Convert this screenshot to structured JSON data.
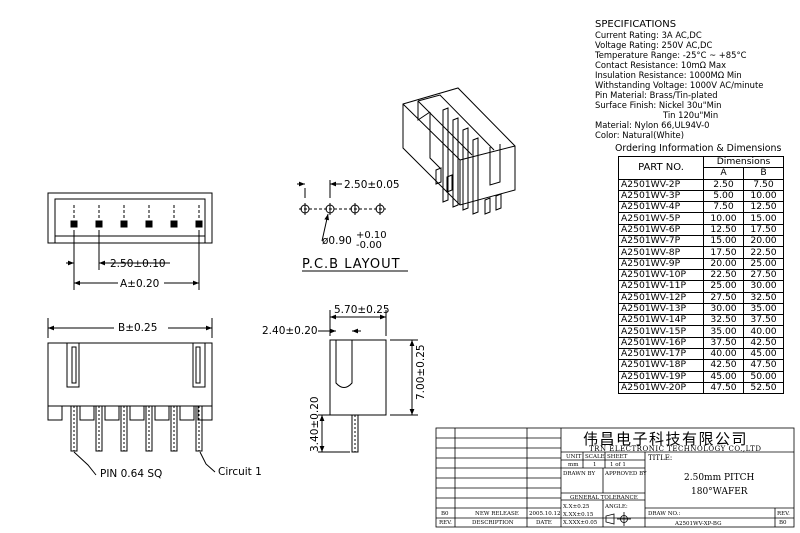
{
  "specifications": {
    "heading": "SPECIFICATIONS",
    "lines": [
      "Current Rating: 3A AC,DC",
      "Voltage Rating: 250V AC,DC",
      "Temperature Range: -25°C ~ +85°C",
      "Contact Resistance: 10mΩ Max",
      "Insulation Resistance: 1000MΩ Min",
      "Withstanding Voltage: 1000V AC/minute",
      "Pin Material: Brass/Tin-plated",
      "Surface Finish: Nickel 30u\"Min",
      "Tin 120u\"Min",
      "Material: Nylon 66,UL94V-0",
      "Color: Natural(White)"
    ]
  },
  "ordering": {
    "title": "Ordering Information & Dimensions",
    "col_part": "PART NO.",
    "col_dims": "Dimensions",
    "col_a": "A",
    "col_b": "B",
    "rows": [
      [
        "A2501WV-2P",
        "2.50",
        "7.50"
      ],
      [
        "A2501WV-3P",
        "5.00",
        "10.00"
      ],
      [
        "A2501WV-4P",
        "7.50",
        "12.50"
      ],
      [
        "A2501WV-5P",
        "10.00",
        "15.00"
      ],
      [
        "A2501WV-6P",
        "12.50",
        "17.50"
      ],
      [
        "A2501WV-7P",
        "15.00",
        "20.00"
      ],
      [
        "A2501WV-8P",
        "17.50",
        "22.50"
      ],
      [
        "A2501WV-9P",
        "20.00",
        "25.00"
      ],
      [
        "A2501WV-10P",
        "22.50",
        "27.50"
      ],
      [
        "A2501WV-11P",
        "25.00",
        "30.00"
      ],
      [
        "A2501WV-12P",
        "27.50",
        "32.50"
      ],
      [
        "A2501WV-13P",
        "30.00",
        "35.00"
      ],
      [
        "A2501WV-14P",
        "32.50",
        "37.50"
      ],
      [
        "A2501WV-15P",
        "35.00",
        "40.00"
      ],
      [
        "A2501WV-16P",
        "37.50",
        "42.50"
      ],
      [
        "A2501WV-17P",
        "40.00",
        "45.00"
      ],
      [
        "A2501WV-18P",
        "42.50",
        "47.50"
      ],
      [
        "A2501WV-19P",
        "45.00",
        "50.00"
      ],
      [
        "A2501WV-20P",
        "47.50",
        "52.50"
      ]
    ]
  },
  "drawing": {
    "pitch_top": "2.50±0.10",
    "dim_a": "A±0.20",
    "pcb_pitch": "2.50±0.05",
    "pcb_hole": "ø0.90",
    "pcb_hole_tol_plus": "+0.10",
    "pcb_hole_tol_minus": "-0.00",
    "pcb_title": "P.C.B LAYOUT",
    "dim_b": "B±0.25",
    "pin_label": "PIN 0.64 SQ",
    "circuit_label": "Circuit 1",
    "side_width": "5.70±0.25",
    "side_slot": "2.40±0.20",
    "side_height": "7.00±0.25",
    "side_pin": "3.40±0.20"
  },
  "title_block": {
    "company_cn": "伟昌电子科技有限公司",
    "company_en": "TRN ELECTRONIC TECHNOLOGY CO.,LTD",
    "title_label": "TITLE:",
    "title_line1": "2.50mm PITCH",
    "title_line2": "180°WAFER",
    "unit_label": "UNIT",
    "unit_value": "mm",
    "scale_label": "SCALE",
    "scale_value": "1",
    "sheet_label": "SHEET",
    "sheet_value": "1 of 1",
    "drawn_by": "DRAWN BY",
    "approved_by": "APPROVED BY",
    "general_tolerance": "GENERAL TOLERANCE",
    "tol_1": "X.X±0.25",
    "tol_2": "X.XX±0.15",
    "tol_3": "X.XXX±0.05",
    "angle_label": "ANGLE:",
    "draw_no_label": "DRAW NO.:",
    "draw_no_value": "A2501WV-XP-BG",
    "rev_label": "REV.",
    "rev_value": "B0",
    "rev_row_rev": "B0",
    "rev_row_desc": "NEW RELEASE",
    "rev_row_date": "2005.10.12",
    "hdr_rev": "REV.",
    "hdr_desc": "DESCRIPTION",
    "hdr_date": "DATE"
  }
}
